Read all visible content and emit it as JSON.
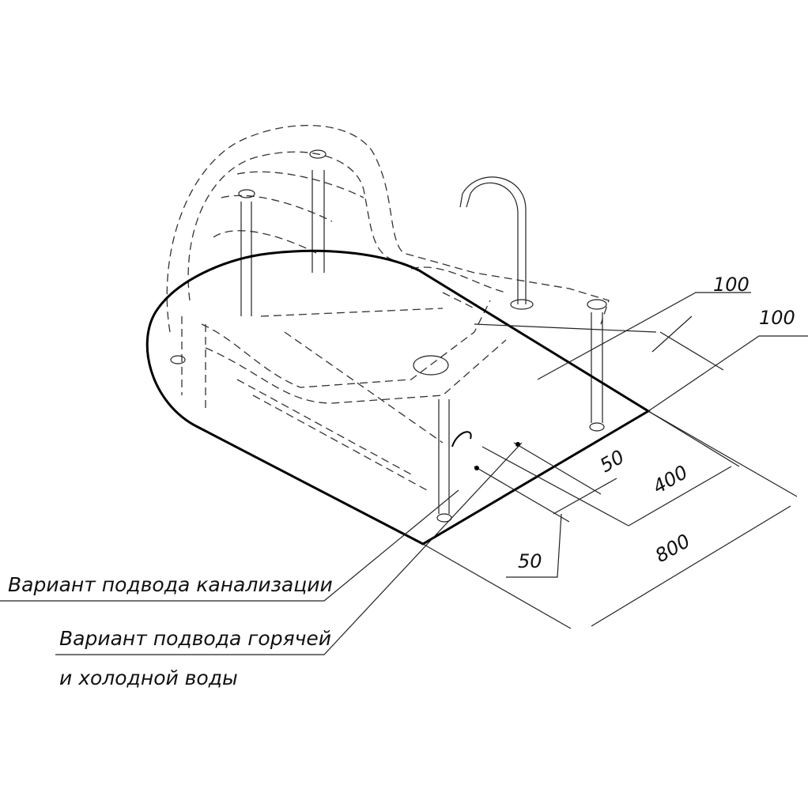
{
  "labels": {
    "sewer_connection": "Вариант подвода канализации",
    "water_connection_line1": "Вариант подвода горячей",
    "water_connection_line2": "и холодной воды"
  },
  "dimensions": {
    "top_offset_1": "100",
    "top_offset_2": "100",
    "inner_offset": "50",
    "half_width": "400",
    "full_width": "800",
    "bottom_offset": "50"
  }
}
